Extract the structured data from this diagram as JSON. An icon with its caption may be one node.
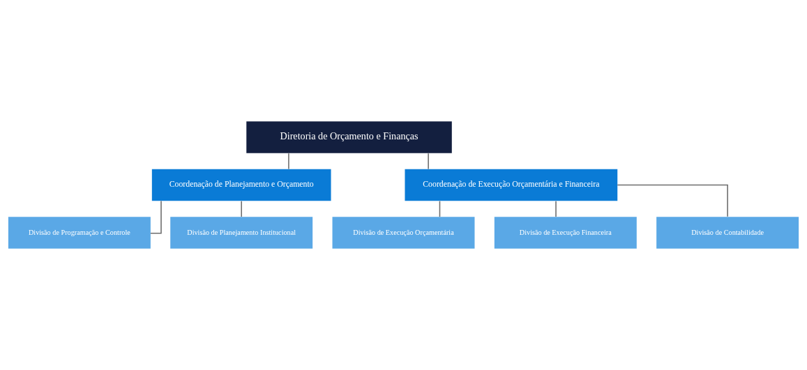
{
  "diagram": {
    "nodes": [
      {
        "text": [
          "Diretoria de Orçamento e Finanças"
        ]
      },
      {
        "text": [
          "Coordenação de Planejamento e Orçamento"
        ]
      },
      {
        "text": [
          "Coordenação de Execução Orçamentária e Financeira"
        ]
      },
      {
        "text": [
          "Divisão de Programação e Controle"
        ]
      },
      {
        "text": [
          "Divisão de Planejamento Institucional"
        ]
      },
      {
        "text": [
          "Divisão de Execução Orçamentária"
        ]
      },
      {
        "text": [
          "Divisão de Execução Financeira"
        ]
      },
      {
        "text": [
          "Divisão de Contabilidade"
        ]
      }
    ],
    "edges": [
      {
        "from": 0,
        "to": 1,
        "arrow": "none"
      },
      {
        "from": 0,
        "to": 2,
        "arrow": "none"
      },
      {
        "from": 1,
        "to": 3,
        "arrow": "none"
      },
      {
        "from": 1,
        "to": 4,
        "arrow": "none"
      },
      {
        "from": 2,
        "to": 5,
        "arrow": "none"
      },
      {
        "from": 2,
        "to": 6,
        "arrow": "none"
      },
      {
        "from": 2,
        "to": 7,
        "arrow": "none"
      }
    ]
  }
}
